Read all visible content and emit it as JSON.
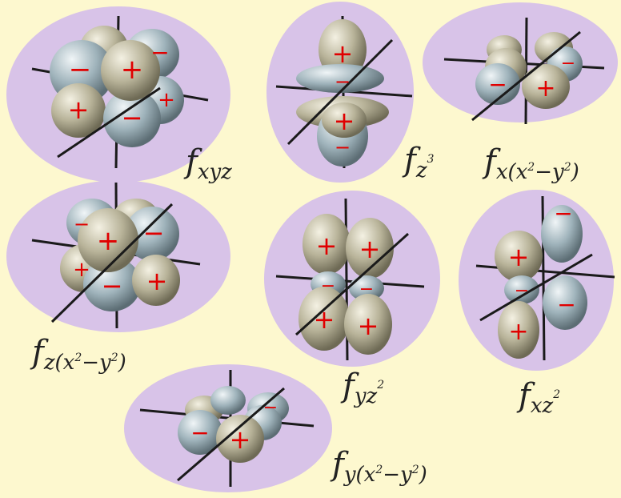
{
  "page": {
    "background": "#fdf8cf"
  },
  "colors": {
    "disc": "#d8c3e8",
    "disc_edge": "#cdb3df",
    "lobe_plus": "#b8b399",
    "lobe_minus": "#9fb3bb",
    "sign": "#e00000",
    "axis": "#1a1a1a"
  },
  "orbitals": [
    {
      "id": "fxyz",
      "label": {
        "base": "f",
        "sub": "xyz",
        "tail": ""
      }
    },
    {
      "id": "fz3",
      "label": {
        "base": "f",
        "sub": "z",
        "sup": "3"
      }
    },
    {
      "id": "fx",
      "label": {
        "base": "f",
        "sub": "x(x",
        "sup1": "2",
        "mid": "−y",
        "sup2": "2",
        "end": ")"
      }
    },
    {
      "id": "fz",
      "label": {
        "base": "f",
        "sub": "z(x",
        "sup1": "2",
        "mid": "−y",
        "sup2": "2",
        "end": ")"
      }
    },
    {
      "id": "fyz2",
      "label": {
        "base": "f",
        "sub": "yz",
        "sup": "2"
      }
    },
    {
      "id": "fxz2",
      "label": {
        "base": "f",
        "sub": "xz",
        "sup": "2"
      }
    },
    {
      "id": "fy",
      "label": {
        "base": "f",
        "sub": "y(x",
        "sup1": "2",
        "mid": "−y",
        "sup2": "2",
        "end": ")"
      }
    }
  ],
  "signs": {
    "plus": "+",
    "minus": "−"
  }
}
